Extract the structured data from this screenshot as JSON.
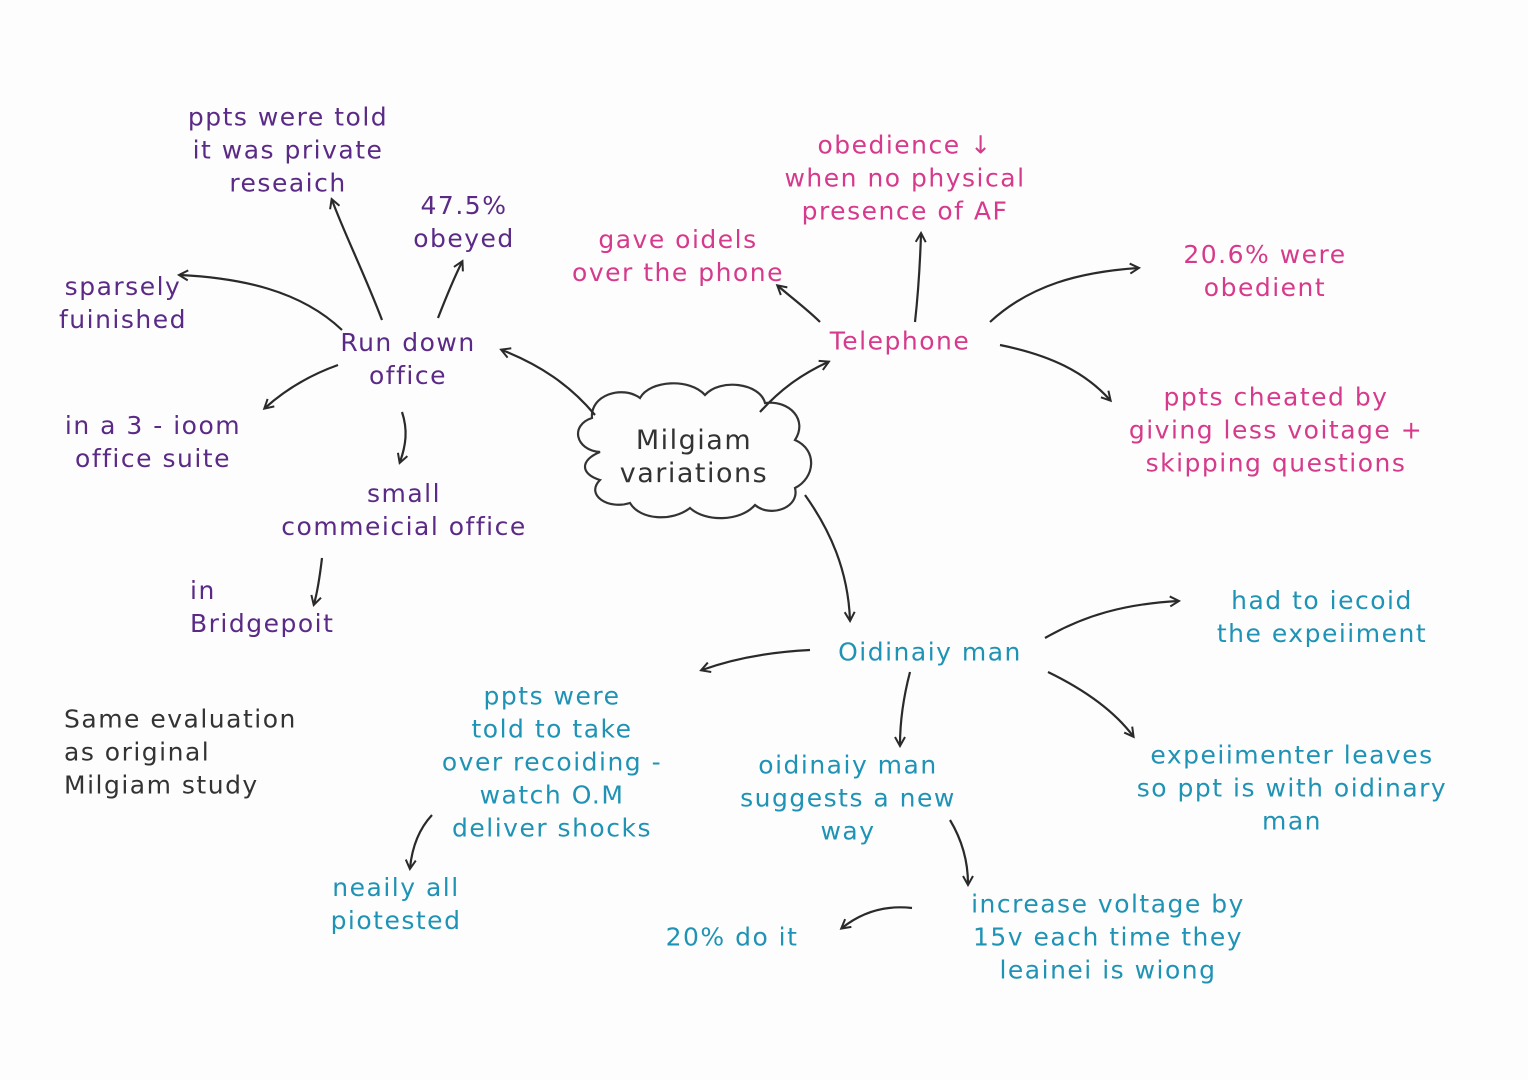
{
  "colors": {
    "purple": "#5b2a86",
    "pink": "#d63a8c",
    "teal": "#1f93b5",
    "dark": "#333333"
  },
  "center": {
    "lines": [
      "Milgiam",
      "variations"
    ]
  },
  "run_down": {
    "title": [
      "Run down",
      "office"
    ],
    "private_research": [
      "ppts were told",
      "it was private",
      "reseaich"
    ],
    "obeyed": [
      "47.5%",
      "obeyed"
    ],
    "sparsely": [
      "sparsely",
      "fuinished"
    ],
    "suite": [
      "in a  3 - ioom",
      "office  suite"
    ],
    "small_office": [
      "small",
      "commeicial office"
    ],
    "bridgeport": [
      "in",
      "Bridgepoit"
    ]
  },
  "telephone": {
    "title": [
      "Telephone"
    ],
    "orders": [
      "gave oidels",
      "over the phone"
    ],
    "obedience_down": [
      "obedience ↓",
      "when no physical",
      "presence of AF"
    ],
    "obedient": [
      "20.6%  were",
      "obedient"
    ],
    "cheated": [
      "ppts cheated by",
      "giving less voitage +",
      "skipping questions"
    ]
  },
  "ordinary": {
    "title": [
      "Oidinaiy man"
    ],
    "record": [
      "had to iecoid",
      "the  expeiiment"
    ],
    "leaves": [
      "expeiimenter leaves",
      "so ppt is with oidinary",
      "man"
    ],
    "suggests": [
      "oidinaiy man",
      "suggests a new",
      "way"
    ],
    "take_over": [
      "ppts were",
      "told to take",
      "over recoiding -",
      "watch O.M",
      "deliver shocks"
    ],
    "protested": [
      "neaily all",
      "piotested"
    ],
    "increase": [
      "increase voltage by",
      "15v each time they",
      "leainei is wiong"
    ],
    "do_it": [
      "20%  do it"
    ]
  },
  "evaluation": {
    "lines": [
      "Same evaluation",
      "as original",
      "Milgiam study"
    ]
  }
}
